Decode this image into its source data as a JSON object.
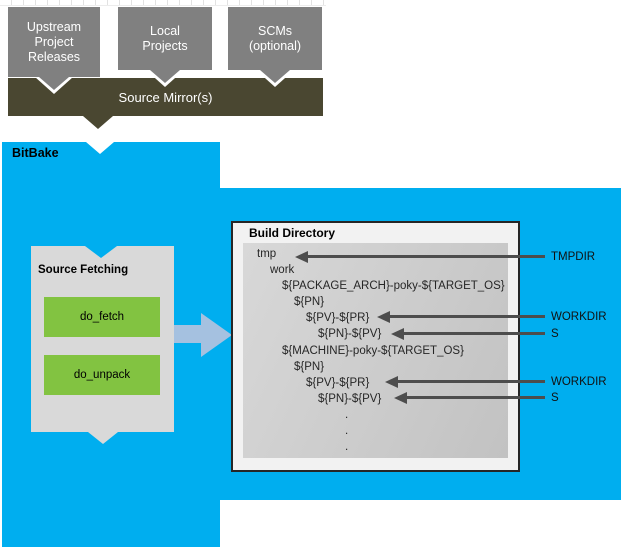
{
  "palette": {
    "cyan": "#00AEEF",
    "olive": "#4A4731",
    "gray_box": "#808080",
    "panel_gray": "#D9D9D9",
    "inner_gray": "#C9C9C9",
    "green": "#82C341",
    "steel_blue_arrow": "#A5C1E0",
    "dark_arrow": "#4D4D4D"
  },
  "upstream_sources": [
    {
      "label": "Upstream\nProject\nReleases"
    },
    {
      "label": "Local\nProjects"
    },
    {
      "label": "SCMs\n(optional)"
    }
  ],
  "source_mirror": {
    "label": "Source Mirror(s)"
  },
  "bitbake": {
    "label": "BitBake"
  },
  "source_fetching": {
    "title": "Source Fetching",
    "tasks": [
      {
        "label": "do_fetch"
      },
      {
        "label": "do_unpack"
      }
    ]
  },
  "build_directory": {
    "title": "Build Directory",
    "rows": [
      {
        "text": "tmp"
      },
      {
        "text": "work"
      },
      {
        "text": "${PACKAGE_ARCH}-poky-${TARGET_OS}"
      },
      {
        "text": "${PN}"
      },
      {
        "text": "${PV}-${PR}"
      },
      {
        "text": "${PN}-${PV}"
      },
      {
        "text": "${MACHINE}-poky-${TARGET_OS}"
      },
      {
        "text": "${PN}"
      },
      {
        "text": "${PV}-${PR}"
      },
      {
        "text": "${PN}-${PV}"
      },
      {
        "text": "."
      },
      {
        "text": "."
      },
      {
        "text": "."
      }
    ]
  },
  "pointer_labels": [
    {
      "text": "TMPDIR"
    },
    {
      "text": "WORKDIR"
    },
    {
      "text": "S"
    },
    {
      "text": "WORKDIR"
    },
    {
      "text": "S"
    }
  ]
}
